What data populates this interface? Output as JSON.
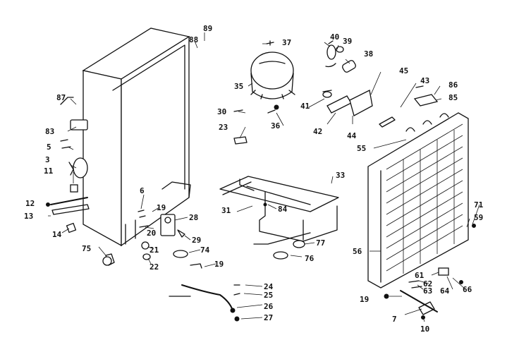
{
  "labels": {
    "c3": "3",
    "c5": "5",
    "c6": "6",
    "c7": "7",
    "c10": "10",
    "c11": "11",
    "c12": "12",
    "c13": "13",
    "c14": "14",
    "c19a": "19",
    "c19b": "19",
    "c19c": "19",
    "c20": "20",
    "c21": "21",
    "c22": "22",
    "c23": "23",
    "c24": "24",
    "c25": "25",
    "c26": "26",
    "c27": "27",
    "c28": "28",
    "c29": "29",
    "c30": "30",
    "c31": "31",
    "c33": "33",
    "c35": "35",
    "c36": "36",
    "c37": "37",
    "c38": "38",
    "c39": "39",
    "c40": "40",
    "c41": "41",
    "c42": "42",
    "c43": "43",
    "c44": "44",
    "c45": "45",
    "c55": "55",
    "c56": "56",
    "c59": "59",
    "c61": "61",
    "c62": "62",
    "c63": "63",
    "c64": "64",
    "c66": "66",
    "c71": "71",
    "c74": "74",
    "c75": "75",
    "c76": "76",
    "c77": "77",
    "c83": "83",
    "c84": "84",
    "c85": "85",
    "c86": "86",
    "c87": "87",
    "c88": "88",
    "c89": "89"
  }
}
